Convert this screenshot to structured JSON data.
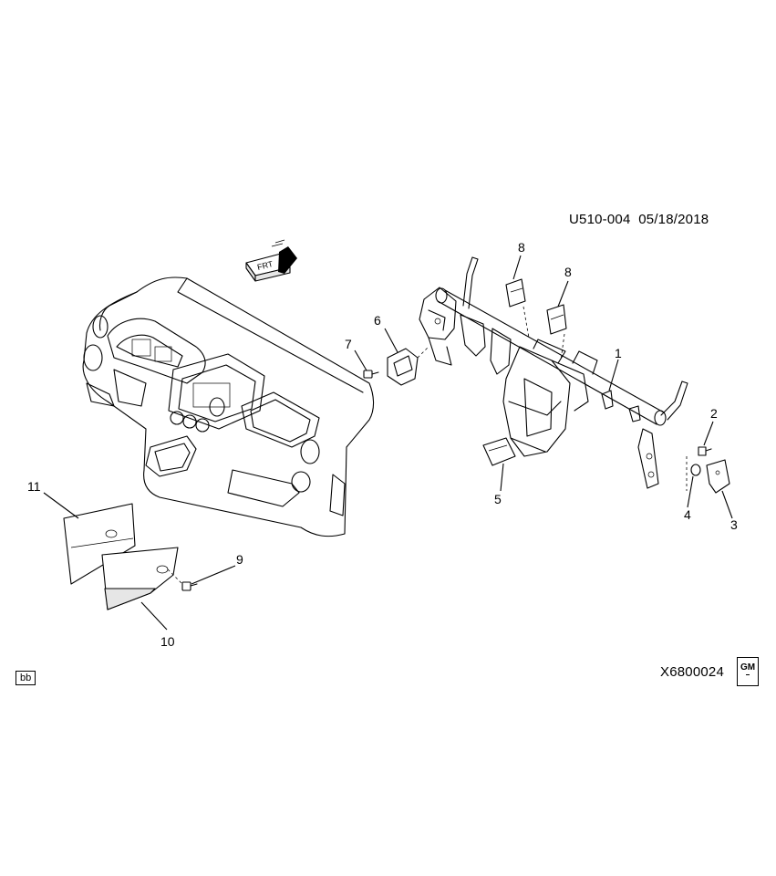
{
  "header": {
    "diagram_code": "U510-004",
    "date": "05/18/2018"
  },
  "direction_label": "FRT",
  "callouts": {
    "c1": "1",
    "c2": "2",
    "c3": "3",
    "c4": "4",
    "c5": "5",
    "c6": "6",
    "c7": "7",
    "c8a": "8",
    "c8b": "8",
    "c9": "9",
    "c10": "10",
    "c11": "11"
  },
  "footer": {
    "box_label": "bb",
    "illustration_number": "X6800024",
    "logo_text": "GM"
  }
}
